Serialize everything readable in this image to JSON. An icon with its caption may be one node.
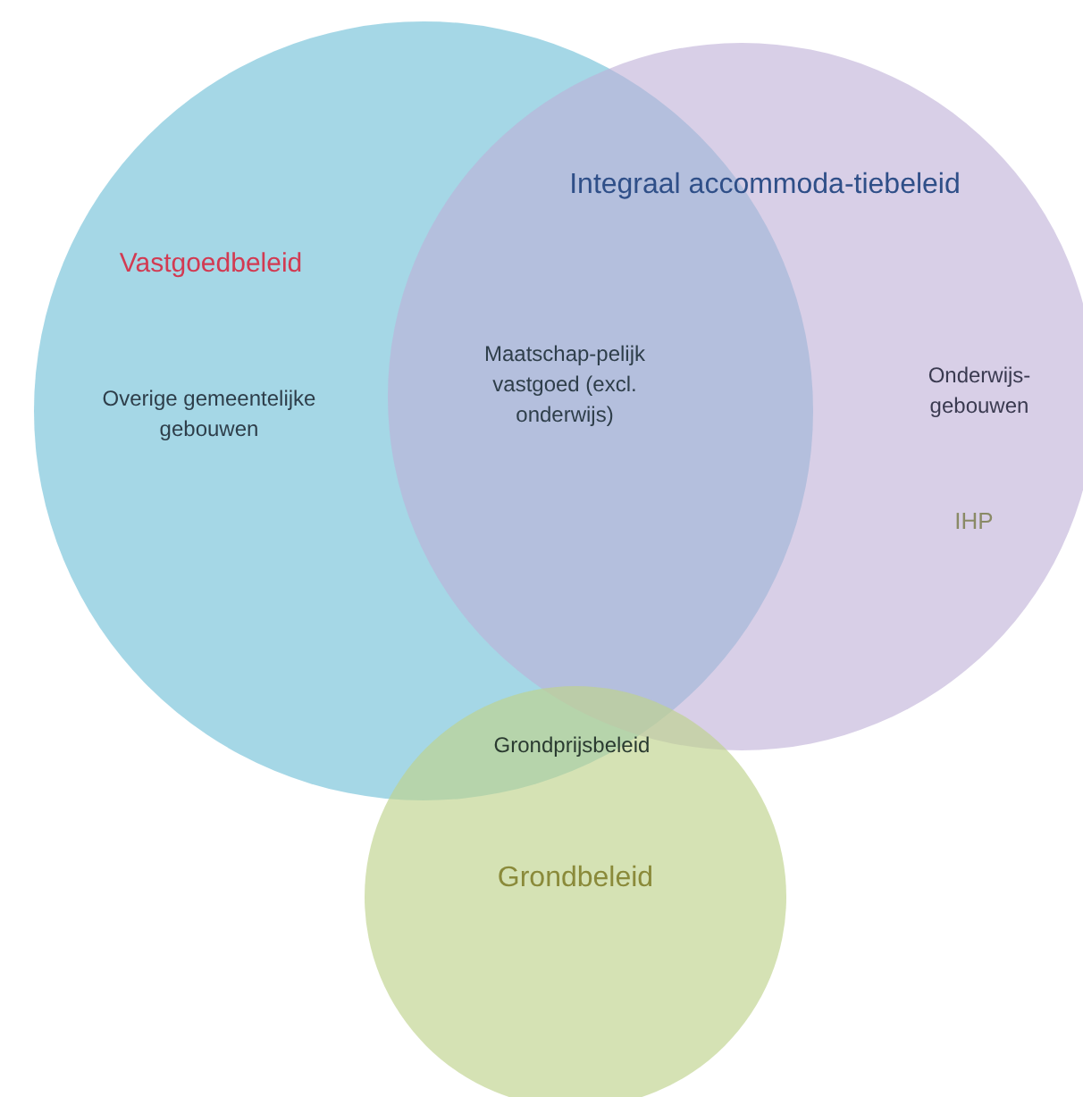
{
  "diagram": {
    "nodes": [
      {
        "text": [
          "Vastgoedbeleid",
          "Overige gemeentelijke gebouwen"
        ]
      },
      {
        "text": [
          "Integraal accommoda-tiebeleid",
          "Onderwijs-gebouwen",
          "IHP"
        ]
      },
      {
        "text": [
          "Grondbeleid"
        ]
      }
    ],
    "labels": [
      "Maatschap-pelijk vastgoed (excl. onderwijs)",
      "Grondprijsbeleid"
    ]
  }
}
